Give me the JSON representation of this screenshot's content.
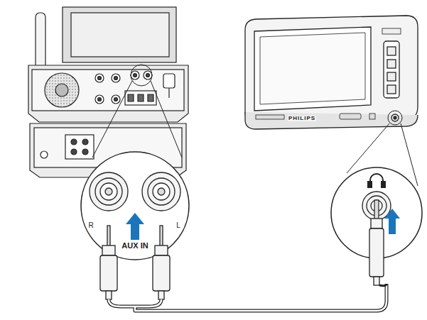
{
  "diagram": {
    "labels": [
      "R",
      "AUX IN",
      "L",
      "PHILIPS"
    ]
  }
}
